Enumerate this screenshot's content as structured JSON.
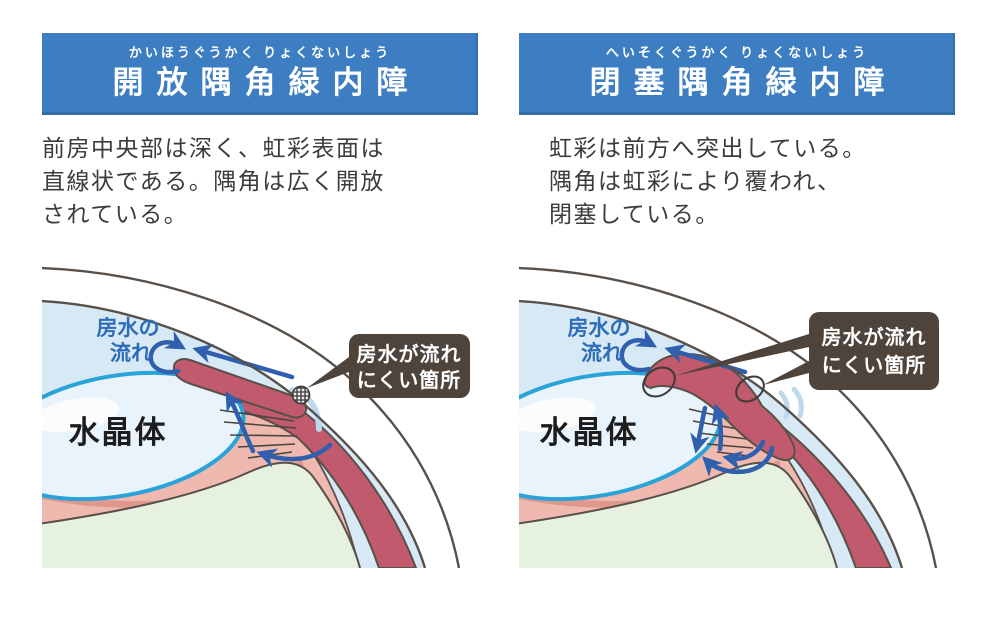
{
  "panels": [
    {
      "furigana": "かいほうぐうかく りょくないしょう",
      "title": "開放隅角緑内障",
      "description_lines": [
        "前房中央部は深く、虹彩表面は",
        "直線状である。隅角は広く開放",
        "されている。"
      ],
      "flow_label_line1": "房水の",
      "flow_label_line2": "流れ",
      "lens_label": "水晶体",
      "callout_line1": "房水が流れ",
      "callout_line2": "にくい箇所"
    },
    {
      "furigana": "へいそくぐうかく りょくないしょう",
      "title": "閉塞隅角緑内障",
      "description_lines": [
        "虹彩は前方へ突出している。",
        "隅角は虹彩により覆われ、",
        "閉塞している。"
      ],
      "flow_label_line1": "房水の",
      "flow_label_line2": "流れ",
      "lens_label": "水晶体",
      "callout_line1": "房水が流れ",
      "callout_line2": "にくい箇所"
    }
  ],
  "colors": {
    "header_bg": "#3d7ec2",
    "header_text": "#ffffff",
    "body_text": "#3c3c3c",
    "callout_bg": "#4f443c",
    "callout_text": "#ffffff",
    "flow_label_blue": "#2d6db8",
    "arrow_blue": "#2f5fad",
    "lens_border": "#2aa3d9",
    "lens_fill": "#e9f3fb",
    "anterior_chamber": "#d8e9f6",
    "iris_rose": "#c05a6c",
    "ciliary_pink": "#efb9af",
    "vitreous_green": "#e6f2df",
    "outline": "#585049",
    "stream_light_blue": "#bcd9ee"
  }
}
